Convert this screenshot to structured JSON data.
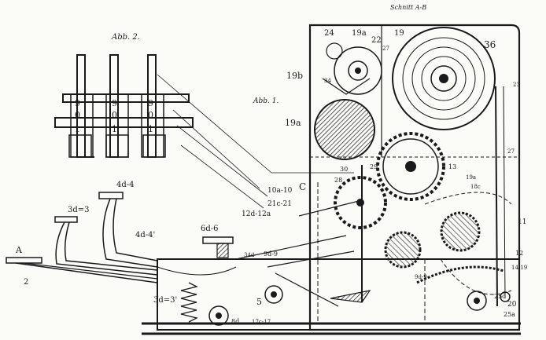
{
  "figure": {
    "section_title": "Schnitt A-B",
    "fig2_title": "Abb. 2.",
    "fig1_title": "Abb. 1."
  },
  "labels": {
    "l24": "24",
    "l19a_top": "19a",
    "l22": "22",
    "l19": "19",
    "l27": "27",
    "l36": "36",
    "l19b": "19b",
    "l34": "34",
    "l23": "23",
    "l19a_mid": "19a",
    "l30": "30",
    "l29": "29",
    "l28": "28",
    "l27b": "27",
    "lC": "C",
    "l13": "13",
    "l19a_right": "19a",
    "l18c": "18c",
    "l10": "10a-10",
    "l21": "21c-21",
    "l12": "12d-12a",
    "l11": "11",
    "l4": "4d-4",
    "l3": "3d=3",
    "l4b": "4d-4'",
    "l6": "6d-6",
    "lA": "A",
    "l2": "2",
    "l12r": "12",
    "l9": "9d-9",
    "l34b": "34d",
    "l3b": "3d=3'",
    "l5": "5",
    "l8": "8d",
    "l17": "17c-17",
    "l20": "20",
    "l25c": "25c",
    "l25a": "25a",
    "l9r": "9d-9",
    "l14": "14-19"
  },
  "digits": [
    "9",
    "9",
    "9",
    "0",
    "0",
    "0",
    "1",
    "1",
    "1"
  ]
}
